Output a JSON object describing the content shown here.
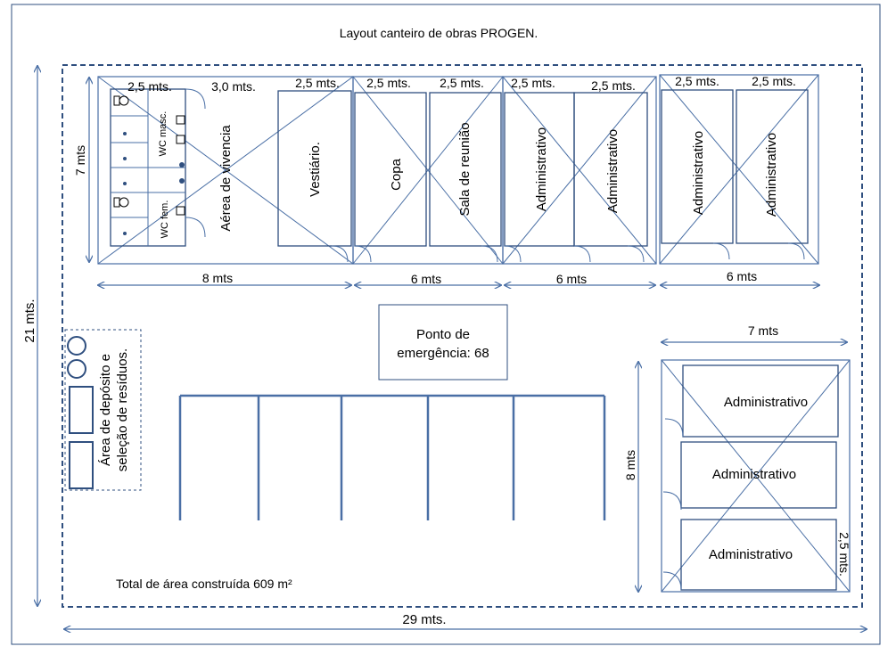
{
  "title": "Layout canteiro de obras PROGEN.",
  "total_area": "Total de área construída  609 m²",
  "emergency_point": {
    "line1": "Ponto de",
    "line2": "emergência: 68"
  },
  "waste_area": {
    "line1": "Área de depósito e",
    "line2": "seleção de resíduos."
  },
  "dimensions": {
    "outer_height": "21  mts.",
    "outer_width": "29 mts.",
    "top_row_height": "7 mts",
    "seg1": "8 mts",
    "seg2": "6 mts",
    "seg3": "6 mts",
    "seg4": "6 mts",
    "right_block_width": "7 mts",
    "right_block_height": "8 mts",
    "right_room_height": "2,5 mts.",
    "w_25": "2,5 mts.",
    "w_30": "3,0 mts."
  },
  "rooms": {
    "wc_masc": "WC masc.",
    "wc_fem": "WC fem.",
    "vivencia": "Aérea de vivencia",
    "vestiario": "Vestiário.",
    "copa": "Copa",
    "reuniao": "Sala de reunião",
    "admin": "Administrativo"
  },
  "colors": {
    "line": "#4a6fa5",
    "room_border": "#2f4f7f",
    "dashed": "#2f4f7f"
  }
}
